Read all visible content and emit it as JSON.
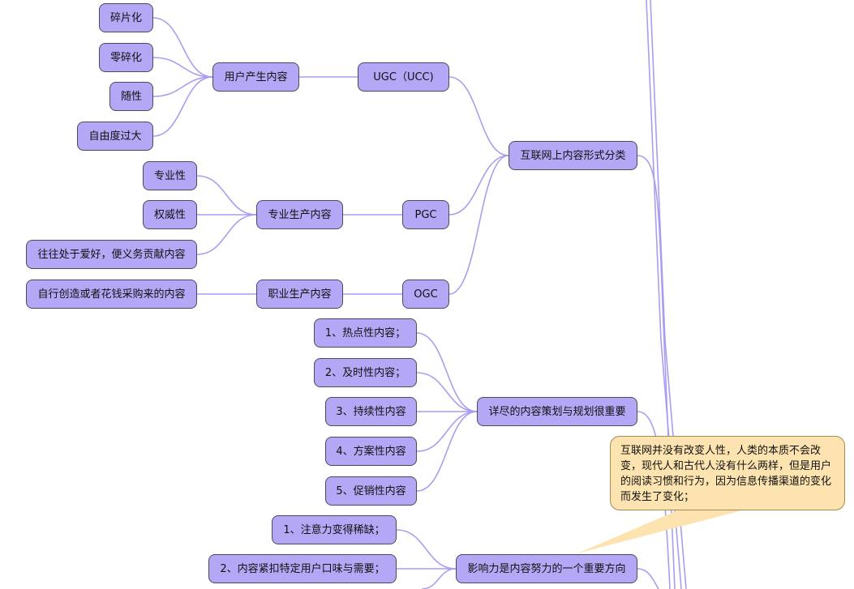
{
  "nodes": {
    "suipianhua": "碎片化",
    "lingsuihua": "零碎化",
    "suixing": "随性",
    "ziyoudu": "自由度过大",
    "ugc_parent": "用户产生内容",
    "ugc": "UGC（UCC)",
    "zhuanyexing": "专业性",
    "quanweixing": "权威性",
    "aihao": "往往处于爱好，便义务贡献内容",
    "pgc_parent": "专业生产内容",
    "pgc": "PGC",
    "zixing": "自行创造或者花钱采购来的内容",
    "ogc_parent": "职业生产内容",
    "ogc": "OGC",
    "classify": "互联网上内容形式分类",
    "redian": "1、热点性内容；",
    "jishi": "2、及时性内容；",
    "chixu": "3、持续性内容",
    "fangan": "4、方案性内容",
    "cuxiao": "5、促销性内容",
    "cehua": "详尽的内容策划与规划很重要",
    "zhuyili": "1、注意力变得稀缺；",
    "jinkou": "2、内容紧扣特定用户口味与需要；",
    "yingxiang": "影响力是内容努力的一个重要方向"
  },
  "callout": "互联网并没有改变人性，人类的本质不会改变，现代人和古代人没有什么两样，但是用户的阅读习惯和行为，因为信息传播渠道的变化而发生了变化；",
  "colors": {
    "node_fill": "#b4a7f5",
    "node_border": "#4a4a5a",
    "edge": "#a89ef0",
    "callout_fill": "#fde3b0"
  }
}
